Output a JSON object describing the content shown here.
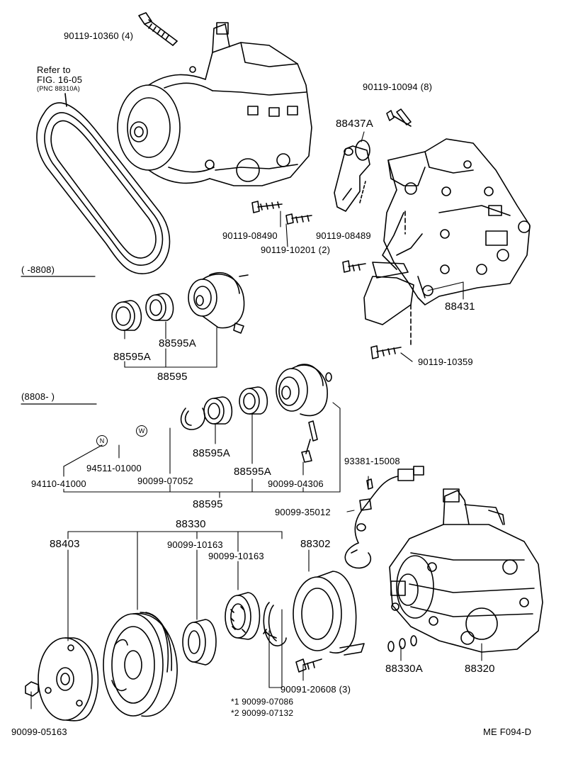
{
  "labels": {
    "bolt_10360": "90119-10360 (4)",
    "refer_line1": "Refer to",
    "refer_line2": "FIG. 16-05",
    "refer_line3": "(PNC 88310A)",
    "range_old": "(      -8808)",
    "range_new": "(8808-        )",
    "bolt_10094": "90119-10094 (8)",
    "bracket_88437a": "88437A",
    "bolt_08490": "90119-08490",
    "bolt_08489": "90119-08489",
    "bolt_10201": "90119-10201 (2)",
    "bracket_88431": "88431",
    "bolt_10359": "90119-10359",
    "bearing_a1": "88595A",
    "bearing_a2": "88595A",
    "idler_88595": "88595",
    "badge_n": "N",
    "badge_w": "W",
    "part_94511": "94511-01000",
    "part_94110": "94110-41000",
    "ring_07052": "90099-07052",
    "bearing_a3": "88595A",
    "bearing_a4": "88595A",
    "bolt_04306": "90099-04306",
    "idler_88595b": "88595",
    "part_93381": "93381-15008",
    "part_35012": "90099-35012",
    "clutch_88330": "88330",
    "plate_88403": "88403",
    "bearing_10163a": "90099-10163",
    "bearing_10163b": "90099-10163",
    "coil_88302": "88302",
    "compressor_88320": "88320",
    "shim_88330a": "88330A",
    "bolt_20608": "90091-20608 (3)",
    "snap_07086": "*1 90099-07086",
    "snap_07132": "*2 90099-07132",
    "nut_05163": "90099-05163",
    "fig_code": "ME F094-D"
  }
}
